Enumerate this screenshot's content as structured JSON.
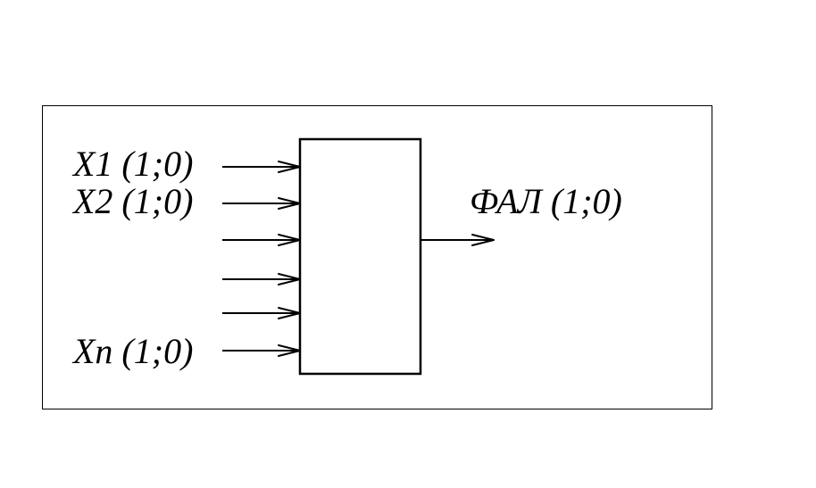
{
  "inputs": [
    {
      "label": "X1 (1;0)"
    },
    {
      "label": "X2 (1;0)"
    },
    {
      "label": ""
    },
    {
      "label": ""
    },
    {
      "label": ""
    },
    {
      "label": "Xn (1;0)"
    }
  ],
  "output": {
    "label": "ФАЛ (1;0)"
  }
}
